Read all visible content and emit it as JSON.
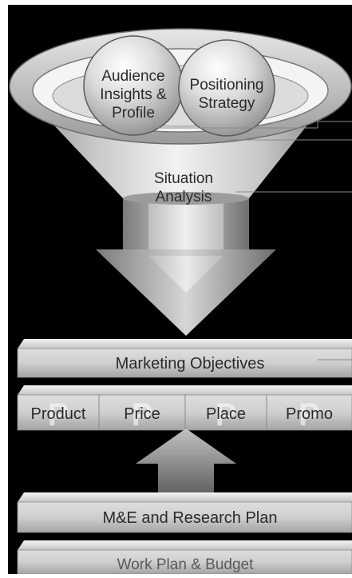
{
  "funnel": {
    "sphere_left": [
      "Audience",
      "Insights &",
      "Profile"
    ],
    "sphere_right": [
      "Positioning",
      "Strategy"
    ],
    "situation": [
      "Situation",
      "Analysis"
    ]
  },
  "objectives_label": "Marketing Objectives",
  "marketing_mix": [
    {
      "label": "Product",
      "watermark": "P"
    },
    {
      "label": "Price",
      "watermark": "P"
    },
    {
      "label": "Place",
      "watermark": "P"
    },
    {
      "label": "Promo",
      "watermark": "P"
    }
  ],
  "me_plan_label": "M&E and Research Plan",
  "work_plan_label": "Work Plan & Budget"
}
